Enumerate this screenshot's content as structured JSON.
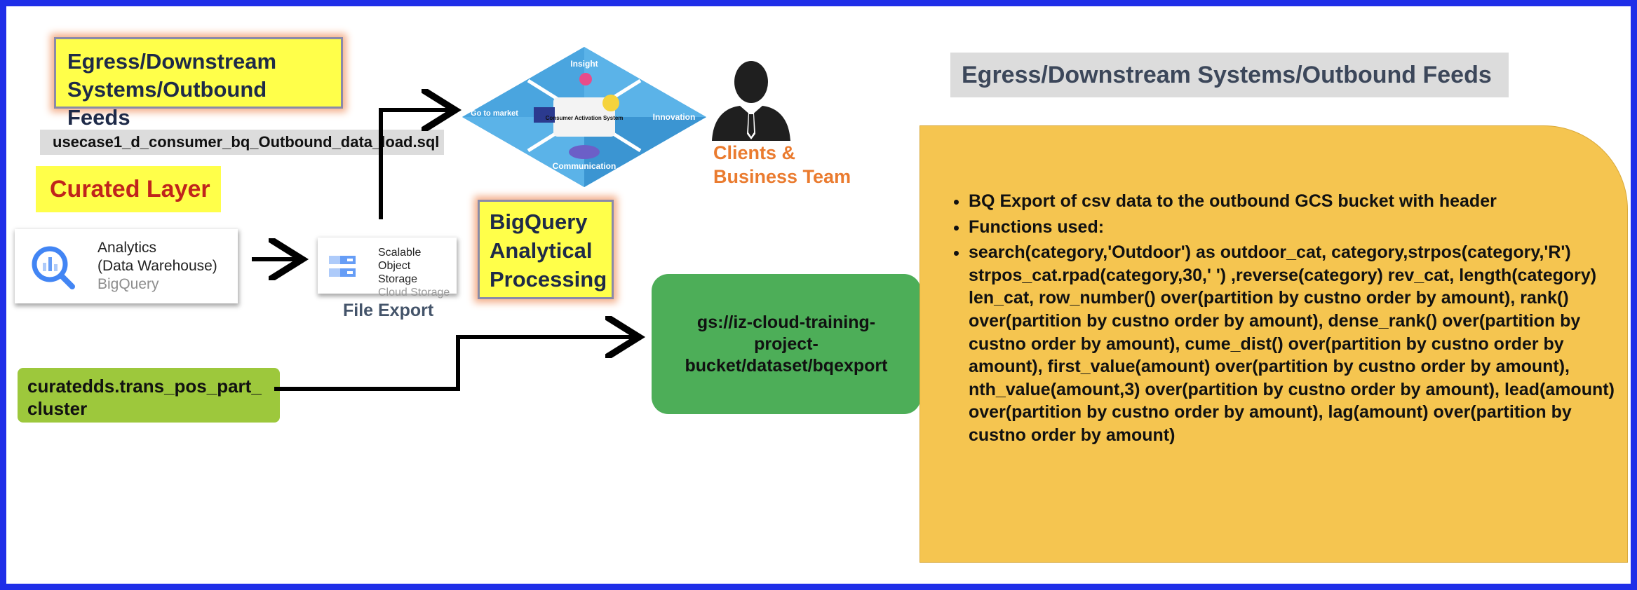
{
  "title": "Egress/Downstream Systems/Outbound Feeds",
  "egress_label": "Egress/Downstream Systems/Outbound Feeds",
  "sql_file": "usecase1_d_consumer_bq_Outbound_data_load.sql",
  "curated_layer": "Curated Layer",
  "analytics": {
    "line1": "Analytics",
    "line2": "(Data Warehouse)",
    "product": "BigQuery"
  },
  "storage": {
    "line1": "Scalable Object",
    "line2": "Storage",
    "product": "Cloud Storage"
  },
  "file_export": "File Export",
  "bigquery_processing": "BigQuery Analytical Processing",
  "consumer_graphic": {
    "insight": "Insight",
    "go_to_market": "Go to market",
    "innovation": "Innovation",
    "communication": "Communication",
    "center": "Consumer Activation System"
  },
  "clients": {
    "line1": "Clients &",
    "line2": "Business Team"
  },
  "gcs_path": "gs://iz-cloud-training-project-bucket/dataset/bqexport",
  "curatedds_table": "curatedds.trans_pos_part_ cluster",
  "notes": [
    "BQ Export of csv data to the outbound GCS bucket with header",
    "Functions used:",
    "search(category,'Outdoor') as outdoor_cat, category,strpos(category,'R') strpos_cat.rpad(category,30,' ') ,reverse(category) rev_cat, length(category) len_cat, row_number() over(partition by custno order by amount), rank() over(partition by custno order by amount), dense_rank() over(partition by custno order by amount), cume_dist() over(partition by custno order by amount), first_value(amount) over(partition by custno order by amount), nth_value(amount,3) over(partition by custno order by amount), lead(amount) over(partition by custno order by amount), lag(amount) over(partition by custno order by amount)"
  ],
  "colors": {
    "frame": "#1f2ee8",
    "yellow": "#ffff4a",
    "curated_text": "#c0241c",
    "green_box": "#4dae58",
    "lime_box": "#9dc83c",
    "notes_bg": "#f5c550",
    "clients_text": "#ea7b2f"
  }
}
